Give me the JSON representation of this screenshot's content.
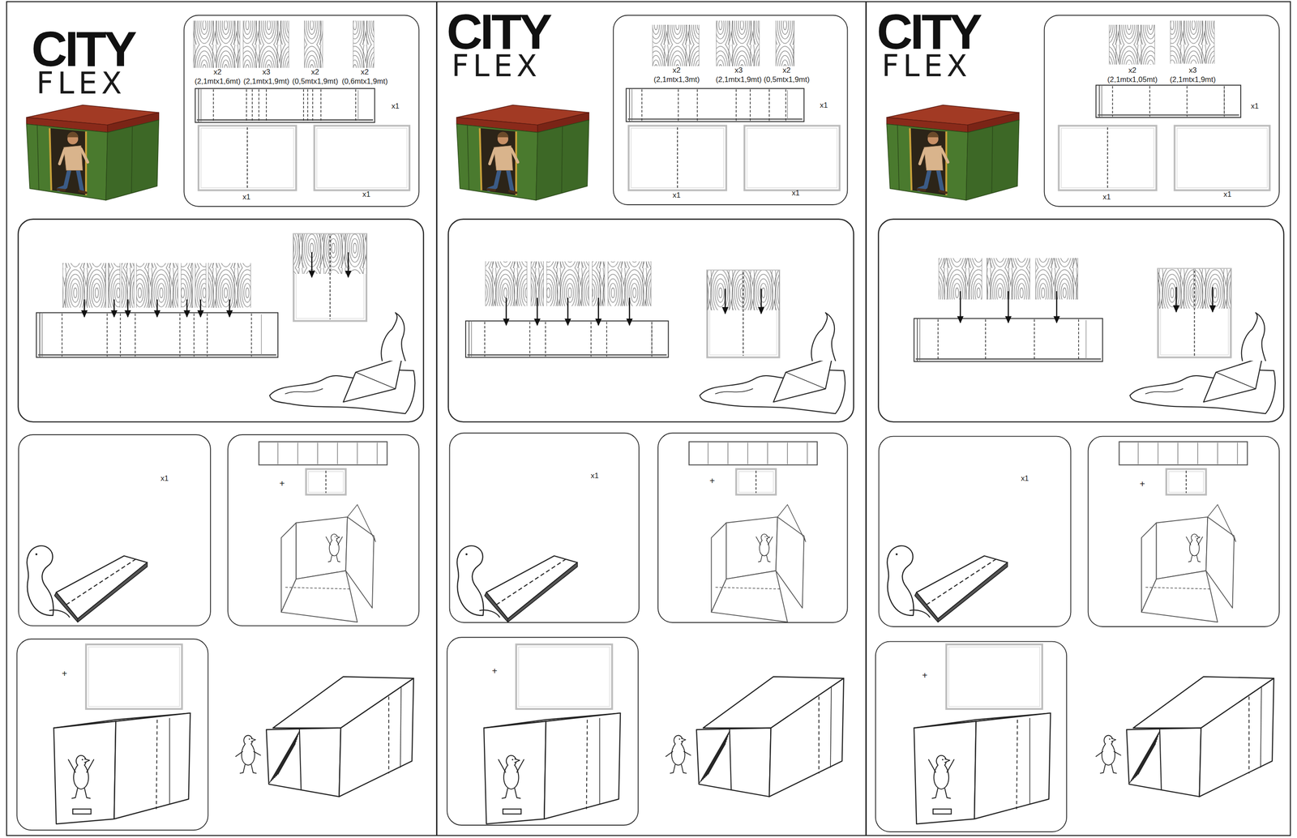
{
  "diagram": {
    "nodes": [
      {
        "text": [
          "x2",
          "(2,1mtx1,6mt)",
          "x3",
          "(2,1mtx1,9mt)",
          "x2",
          "(0,5mtx1,9mt)",
          "x2",
          "(0,6mtx1,9mt)",
          "x1",
          "x1",
          "x1"
        ]
      },
      {
        "text": [
          "x1"
        ]
      },
      {
        "text": [
          "+"
        ]
      },
      {
        "text": [
          "+"
        ]
      },
      {
        "text": [
          "x2",
          "(2,1mtx1,3mt)",
          "x3",
          "(2,1mtx1,9mt)",
          "x2",
          "(0,5mtx1,9mt)",
          "x1",
          "x1",
          "x1"
        ]
      },
      {
        "text": [
          "x1"
        ]
      },
      {
        "text": [
          "+"
        ]
      },
      {
        "text": [
          "+"
        ]
      },
      {
        "text": [
          "x2",
          "(2,1mtx1,05mt)",
          "x3",
          "(2,1mtx1,9mt)",
          "x1",
          "x1",
          "x1"
        ]
      },
      {
        "text": [
          "x1"
        ]
      },
      {
        "text": [
          "+"
        ]
      },
      {
        "text": [
          "+"
        ]
      }
    ],
    "labels": [
      "CITY",
      "FLEX",
      "CITY",
      "FLEX",
      "CITY",
      "FLEX"
    ]
  }
}
